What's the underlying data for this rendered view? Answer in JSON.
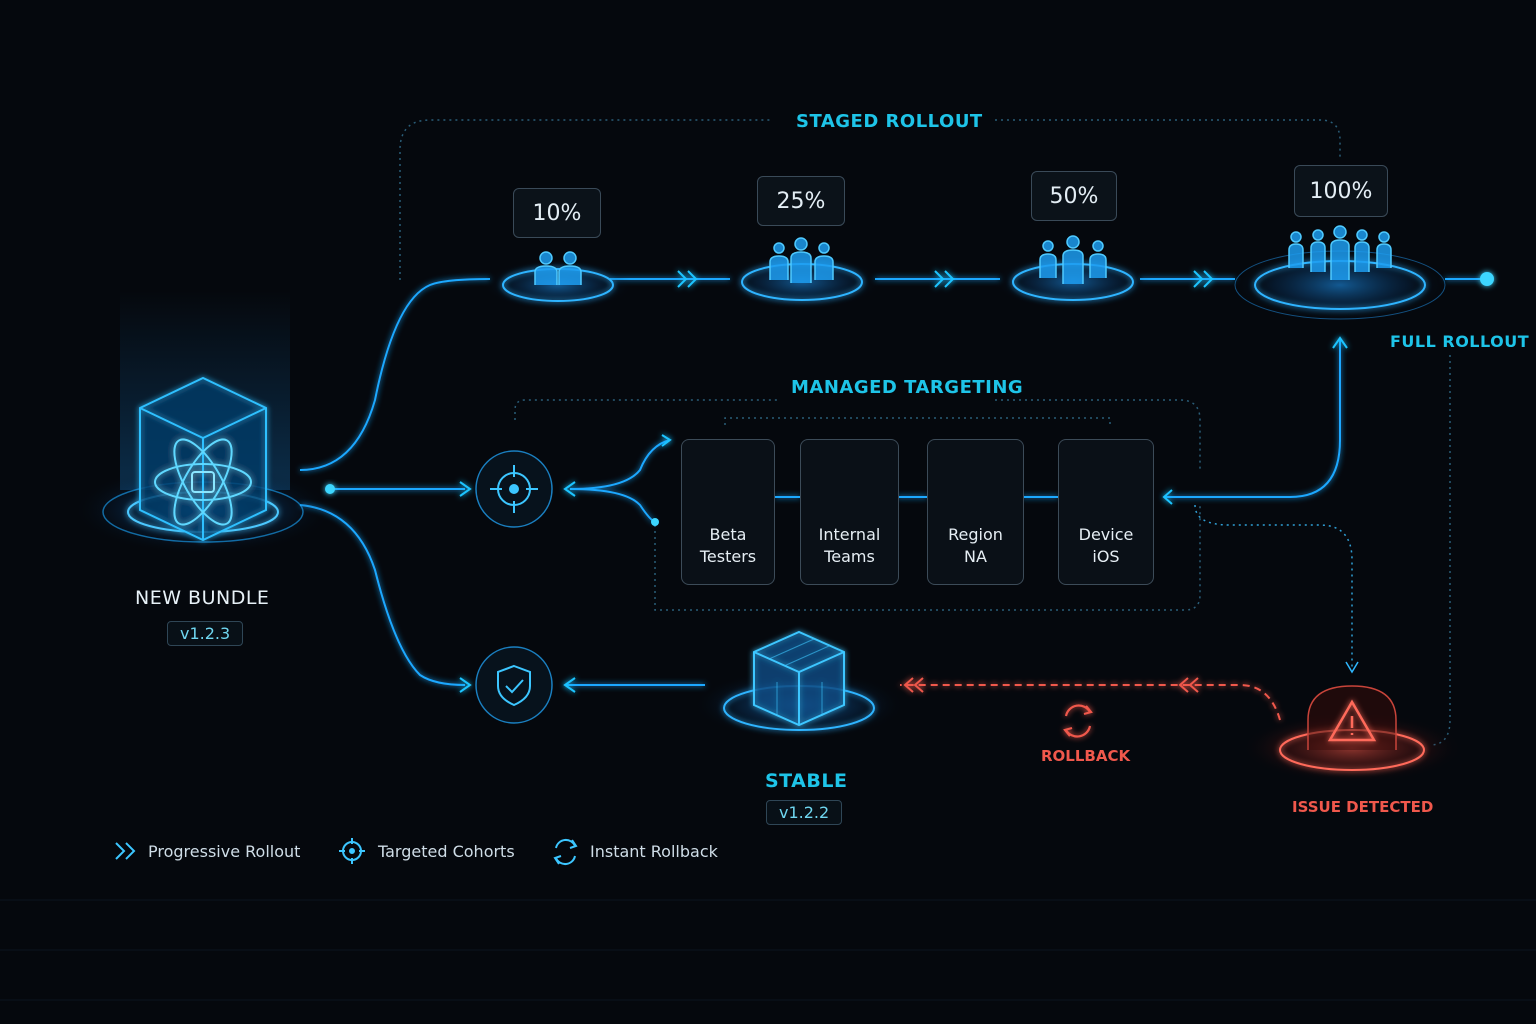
{
  "staged_rollout": {
    "title": "STAGED ROLLOUT",
    "stages": [
      {
        "percent": "10%"
      },
      {
        "percent": "25%"
      },
      {
        "percent": "50%"
      },
      {
        "percent": "100%"
      }
    ],
    "end_label": "FULL ROLLOUT"
  },
  "managed_targeting": {
    "title": "MANAGED TARGETING",
    "cohorts": [
      {
        "line1": "Beta",
        "line2": "Testers",
        "icon": "users-icon"
      },
      {
        "line1": "Internal",
        "line2": "Teams",
        "icon": "shield-user-icon"
      },
      {
        "line1": "Region",
        "line2": "NA",
        "icon": "globe-icon"
      },
      {
        "line1": "Device",
        "line2": "iOS",
        "icon": "phone-icon"
      }
    ]
  },
  "new_bundle": {
    "title": "NEW BUNDLE",
    "version": "v1.2.3",
    "icon": "react-cube-icon"
  },
  "stable": {
    "title": "STABLE",
    "version": "v1.2.2",
    "icon": "cube-icon"
  },
  "rollback": {
    "label": "ROLLBACK",
    "icon": "refresh-icon"
  },
  "issue": {
    "label": "ISSUE DETECTED",
    "icon": "warning-icon"
  },
  "legend": [
    {
      "label": "Progressive Rollout",
      "icon": "double-chevron-icon"
    },
    {
      "label": "Targeted Cohorts",
      "icon": "crosshair-icon"
    },
    {
      "label": "Instant Rollback",
      "icon": "refresh-icon"
    }
  ],
  "colors": {
    "accent": "#1ec4e8",
    "glow": "#1a8cff",
    "danger": "#f0584c",
    "background": "#05080d"
  }
}
